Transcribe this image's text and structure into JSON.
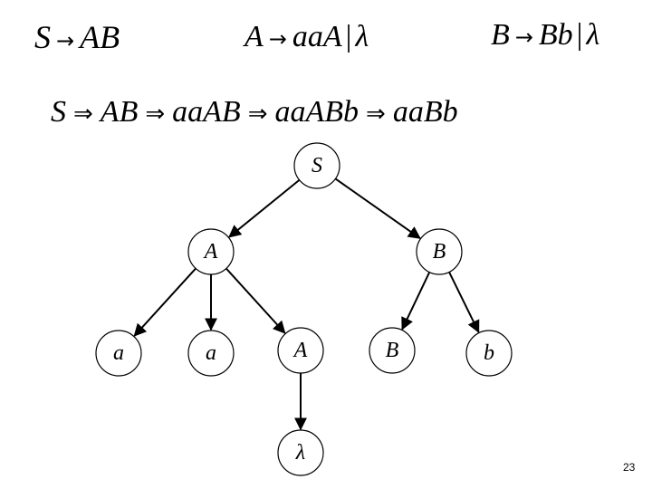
{
  "rules": [
    {
      "lhs": "S",
      "arrow": "→",
      "rhs": [
        "AB"
      ]
    },
    {
      "lhs": "A",
      "arrow": "→",
      "rhs": [
        "aaA",
        "λ"
      ],
      "separator": "|"
    },
    {
      "lhs": "B",
      "arrow": "→",
      "rhs": [
        "Bb",
        "λ"
      ],
      "separator": "|"
    }
  ],
  "derivation": {
    "separator": "⇒",
    "steps": [
      "S",
      "AB",
      "aaAB",
      "aaABb",
      "aaBb"
    ]
  },
  "tree": {
    "nodes": [
      {
        "id": "root",
        "label": "S"
      },
      {
        "id": "A1",
        "label": "A"
      },
      {
        "id": "B1",
        "label": "B"
      },
      {
        "id": "a1",
        "label": "a"
      },
      {
        "id": "a2",
        "label": "a"
      },
      {
        "id": "A2",
        "label": "A"
      },
      {
        "id": "B2",
        "label": "B"
      },
      {
        "id": "b1",
        "label": "b"
      },
      {
        "id": "lambda",
        "label": "λ"
      }
    ],
    "edges": [
      [
        "root",
        "A1"
      ],
      [
        "root",
        "B1"
      ],
      [
        "A1",
        "a1"
      ],
      [
        "A1",
        "a2"
      ],
      [
        "A1",
        "A2"
      ],
      [
        "B1",
        "B2"
      ],
      [
        "B1",
        "b1"
      ],
      [
        "A2",
        "lambda"
      ]
    ]
  },
  "page_number": "23"
}
